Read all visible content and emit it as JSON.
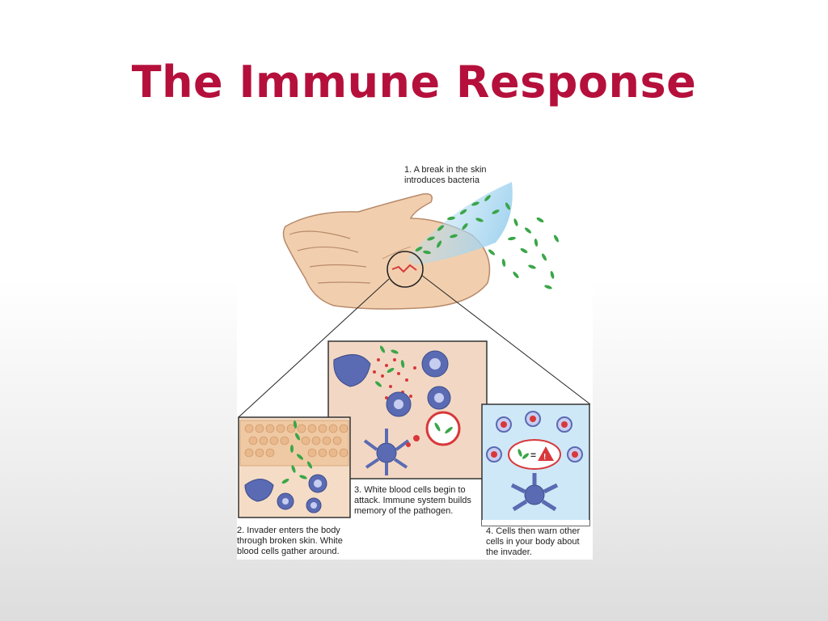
{
  "slide": {
    "title": "The Immune Response"
  },
  "figure": {
    "step1": [
      "1. A break in the skin",
      "introduces bacteria"
    ],
    "step2": [
      "2. Invader enters the body",
      "through broken skin. White",
      "blood cells gather around."
    ],
    "step3": [
      "3. White blood cells begin to",
      "attack. Immune system builds",
      "memory of the pathogen."
    ],
    "step4": [
      "4. Cells then warn other",
      "cells in your body about",
      "the invader."
    ],
    "warning_symbol": "=",
    "colors": {
      "title": "#b5103c",
      "bacteria": "#3aa648",
      "cell": "#5a6bb3",
      "tissue": "#e9c9a8",
      "blood": "#d8383b"
    }
  }
}
